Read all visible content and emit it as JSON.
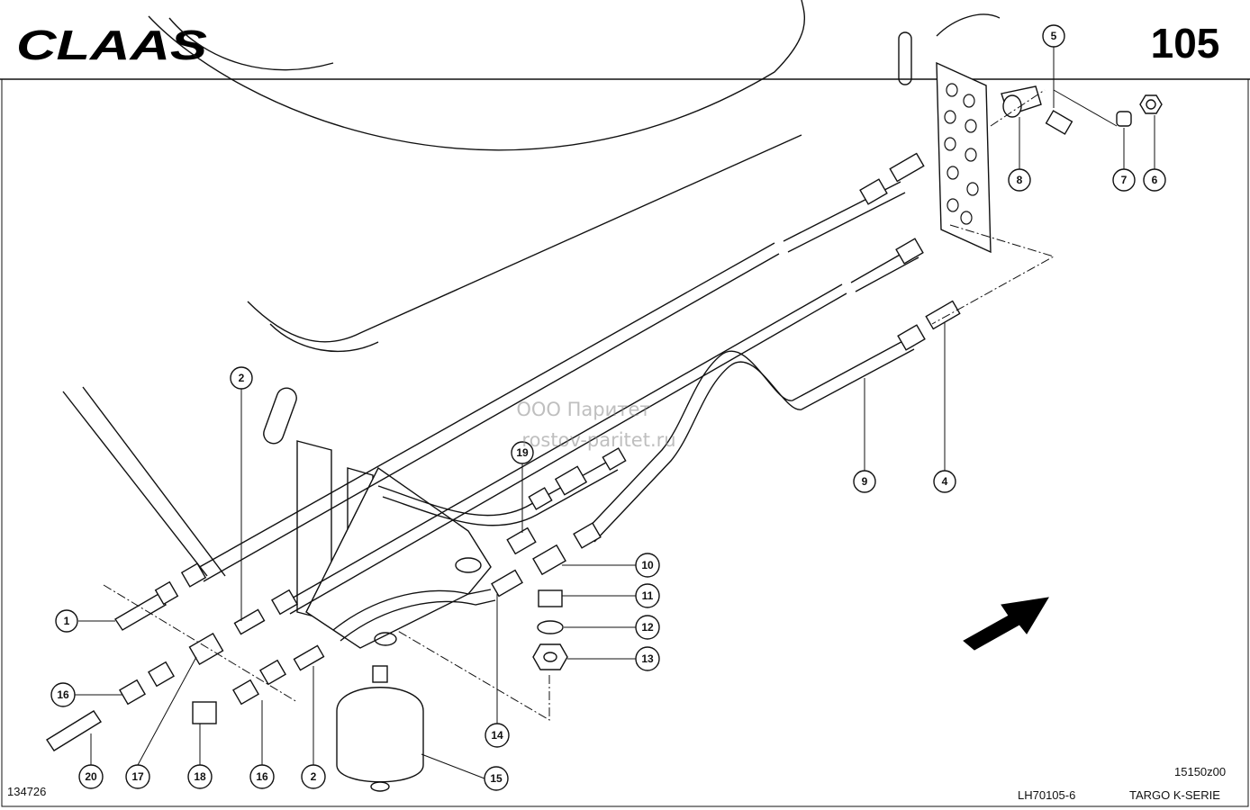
{
  "header": {
    "brand_logo_text": "CLAAS",
    "page_number": "105"
  },
  "watermark": {
    "line1": "ООО Паритет",
    "line2": "rostov-paritet.ru"
  },
  "footer": {
    "drawing_id": "134726",
    "part_code": "LH70105-6",
    "series": "TARGO K-SERIE",
    "ref_code": "15150z00"
  },
  "callouts": {
    "c1": "1",
    "c2a": "2",
    "c2b": "2",
    "c4": "4",
    "c5": "5",
    "c6": "6",
    "c7": "7",
    "c8": "8",
    "c9": "9",
    "c10": "10",
    "c11": "11",
    "c12": "12",
    "c13": "13",
    "c14": "14",
    "c15": "15",
    "c16a": "16",
    "c16b": "16",
    "c17": "17",
    "c18": "18",
    "c19": "19",
    "c20": "20"
  }
}
